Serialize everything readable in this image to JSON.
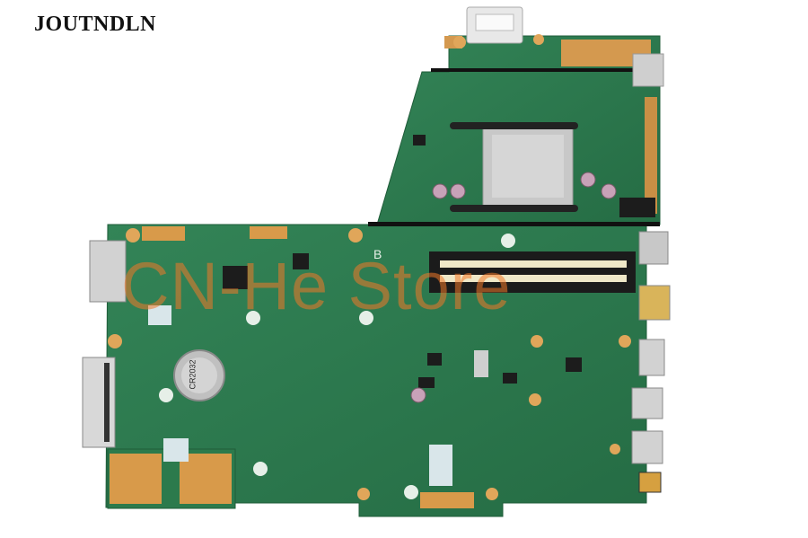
{
  "brand": {
    "name": "JOUTNDLN"
  },
  "watermark": {
    "text": "CN-He Store"
  },
  "silkscreen": {
    "slot_letter": "B",
    "battery_label": "CR2032"
  },
  "colors": {
    "pcb": "#2e7d4f",
    "pcb_dark": "#246a41",
    "trace": "#3f9062",
    "pad_gold": "#d89a4a",
    "slot_black": "#1b1b1b",
    "metal": "#c9c9c9",
    "watermark": "#f07828"
  }
}
